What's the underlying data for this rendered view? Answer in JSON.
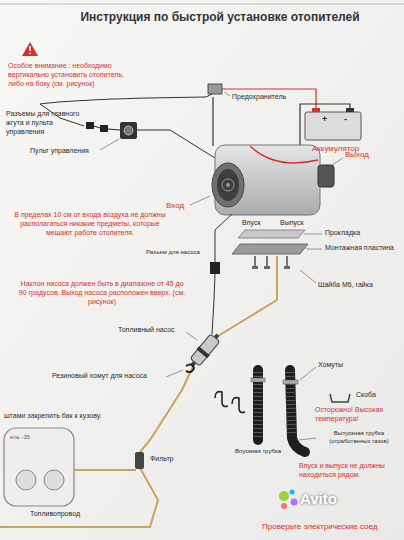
{
  "diagram": {
    "title": "Инструкция по быстрой установке отопителей",
    "labels": [
      "Особое внимание : необходимо вертикально установить отопитель, либо на боку (см. рисунок)",
      "Предохранитель",
      "Разъемы для главного жгута и пульта управления",
      "Пульт управления",
      "+",
      "-",
      "Аккумулятор",
      "Выход",
      "Вход",
      "Впуск",
      "Выпуск",
      "Прокладка",
      "Монтажная пластина",
      "В пределах 10 см от входа воздуха не должны располагаться никакие предметы, которые мешают работе отопителя.",
      "Разъем для насоса",
      "Шайба М6, гайка",
      "Наклон насоса должен быть в диапазоне от 45 до 90 градусов. Выход насоса расположен вверх. (см. рисунок)",
      "Топливный насос",
      "Хомуты",
      "Скоба",
      "Резиновый хомут для насоса",
      "Осторожно! Высокая температура!",
      "штами закрепить бак к кузову.",
      "ель -35",
      "Фильтр",
      "Впускная трубка",
      "Выпускная трубка (отработанных газов)",
      "Впуск и выпуск не должны находиться рядом.",
      "Топливопровод",
      "Проверьте электрические соед",
      "Avito"
    ]
  }
}
